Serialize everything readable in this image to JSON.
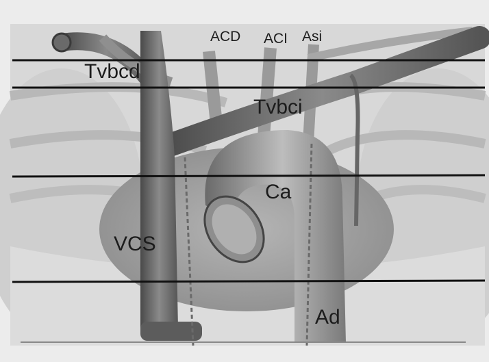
{
  "labels": {
    "acd": "ACD",
    "aci": "ACI",
    "asi": "Asi",
    "tvbcd": "Tvbcd",
    "tvbci": "Tvbci",
    "ca": "Ca",
    "vcs": "VCS",
    "ad": "Ad"
  }
}
